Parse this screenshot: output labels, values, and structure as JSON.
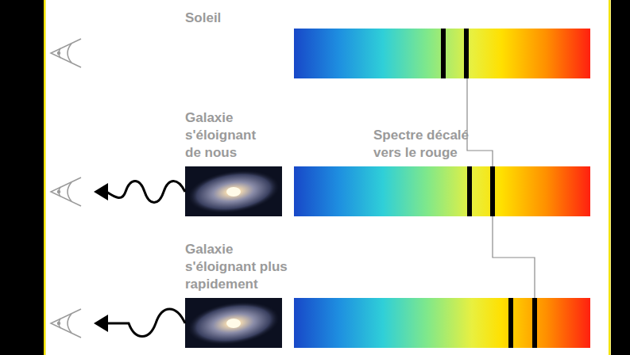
{
  "diagram": {
    "labels": [
      "Soleil",
      "Galaxie s'éloignant de nous",
      "Spectre décalé vers le rouge",
      "Galaxie s'éloignant plus rapidement"
    ]
  }
}
